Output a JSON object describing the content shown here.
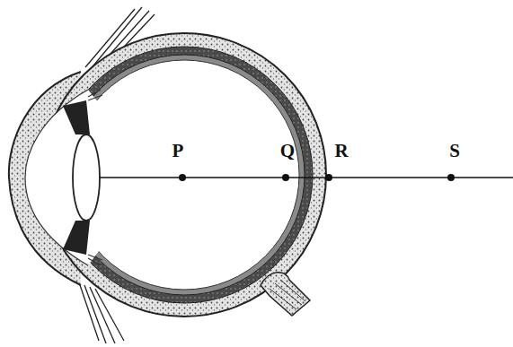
{
  "diagram": {
    "labels": [
      "P",
      "Q",
      "R",
      "S"
    ]
  }
}
